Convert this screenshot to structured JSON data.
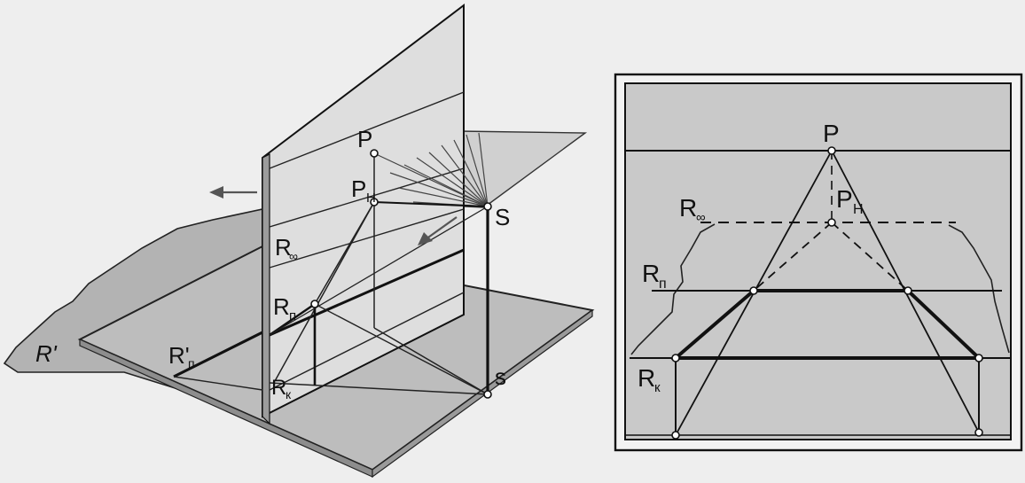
{
  "left_view": {
    "labels": {
      "P": "P",
      "P_sub": "H",
      "P_base": "P",
      "S": "S",
      "s": "s",
      "R_inf": "R",
      "R_inf_sub": "∞",
      "R_pi": "R",
      "R_pi_sub": "п",
      "R_k": "R",
      "R_k_sub": "к",
      "R_prime": "R'",
      "Rp_prime": "R'",
      "Rp_prime_sub": "п"
    }
  },
  "right_view": {
    "labels": {
      "P": "P",
      "P_base": "P",
      "P_sub": "H",
      "R_inf": "R",
      "R_inf_sub": "∞",
      "R_pi": "R",
      "R_pi_sub": "п",
      "R_k": "R",
      "R_k_sub": "к"
    }
  },
  "colors": {
    "ink": "#111111",
    "plane_fill": "#b9b9b9",
    "plane_light": "#d6d6d6",
    "frame_fill": "#c8c8c8",
    "background": "#eeeeee"
  }
}
